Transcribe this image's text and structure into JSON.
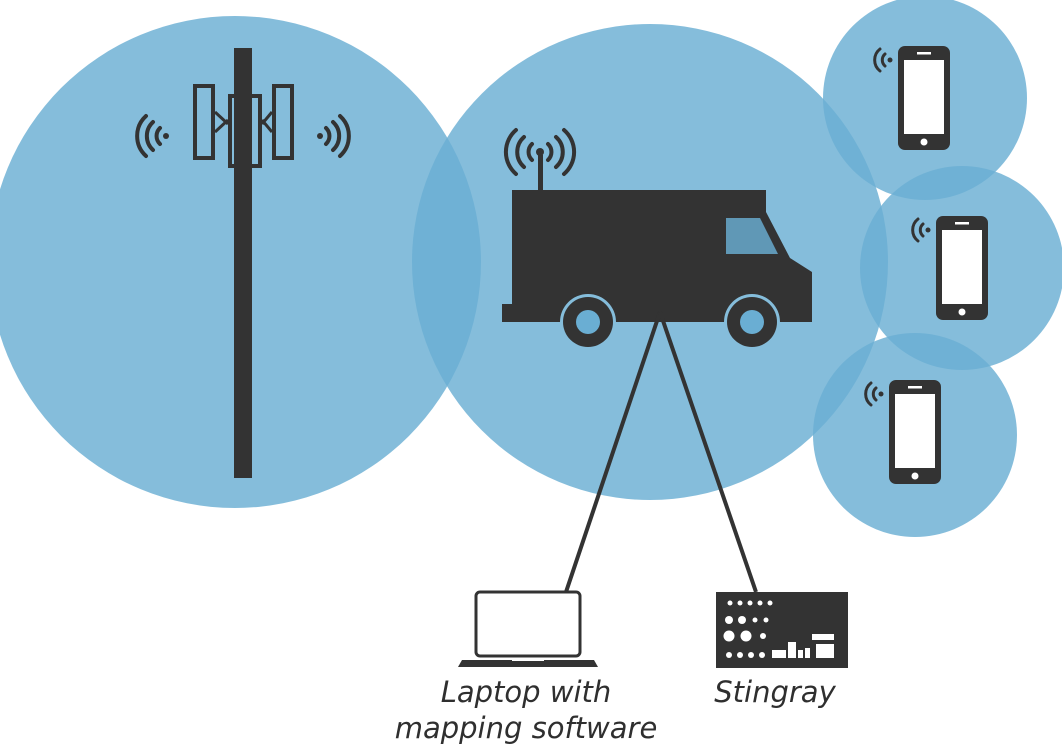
{
  "labels": {
    "laptop_line1": "Laptop with",
    "laptop_line2": "mapping software",
    "stingray": "Stingray"
  },
  "colors": {
    "coverage_fill": "#6aaed3",
    "coverage_overlap": "#3d8fbf",
    "device_dark": "#333333",
    "background": "#ffffff"
  },
  "icons": [
    "cell-tower-icon",
    "signal-waves-icon",
    "van-icon",
    "smartphone-icon",
    "laptop-icon",
    "stingray-device-icon"
  ]
}
